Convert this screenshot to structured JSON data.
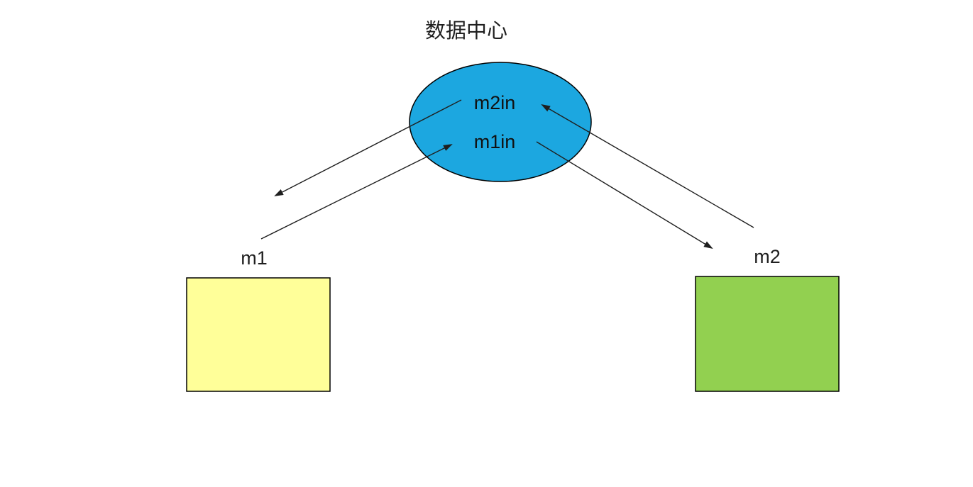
{
  "diagram": {
    "title": "数据中心",
    "center_node": {
      "shape": "ellipse",
      "fill": "#1CA7E0",
      "stroke": "#000000",
      "labels": {
        "top": "m2in",
        "bottom": "m1in"
      }
    },
    "left_node": {
      "shape": "rectangle",
      "label": "m1",
      "fill": "#FFFF99",
      "stroke": "#000000"
    },
    "right_node": {
      "shape": "rectangle",
      "label": "m2",
      "fill": "#92D050",
      "stroke": "#000000"
    },
    "arrows": {
      "color": "#1f1f1f",
      "items": [
        {
          "name": "center-to-m1",
          "from": "m2in",
          "to": "m1"
        },
        {
          "name": "m1-to-center",
          "from": "m1",
          "to": "m1in"
        },
        {
          "name": "m2-to-center",
          "from": "m2",
          "to": "m2in"
        },
        {
          "name": "center-to-m2",
          "from": "m1in",
          "to": "m2"
        }
      ]
    },
    "background": "#FFFFFF"
  }
}
